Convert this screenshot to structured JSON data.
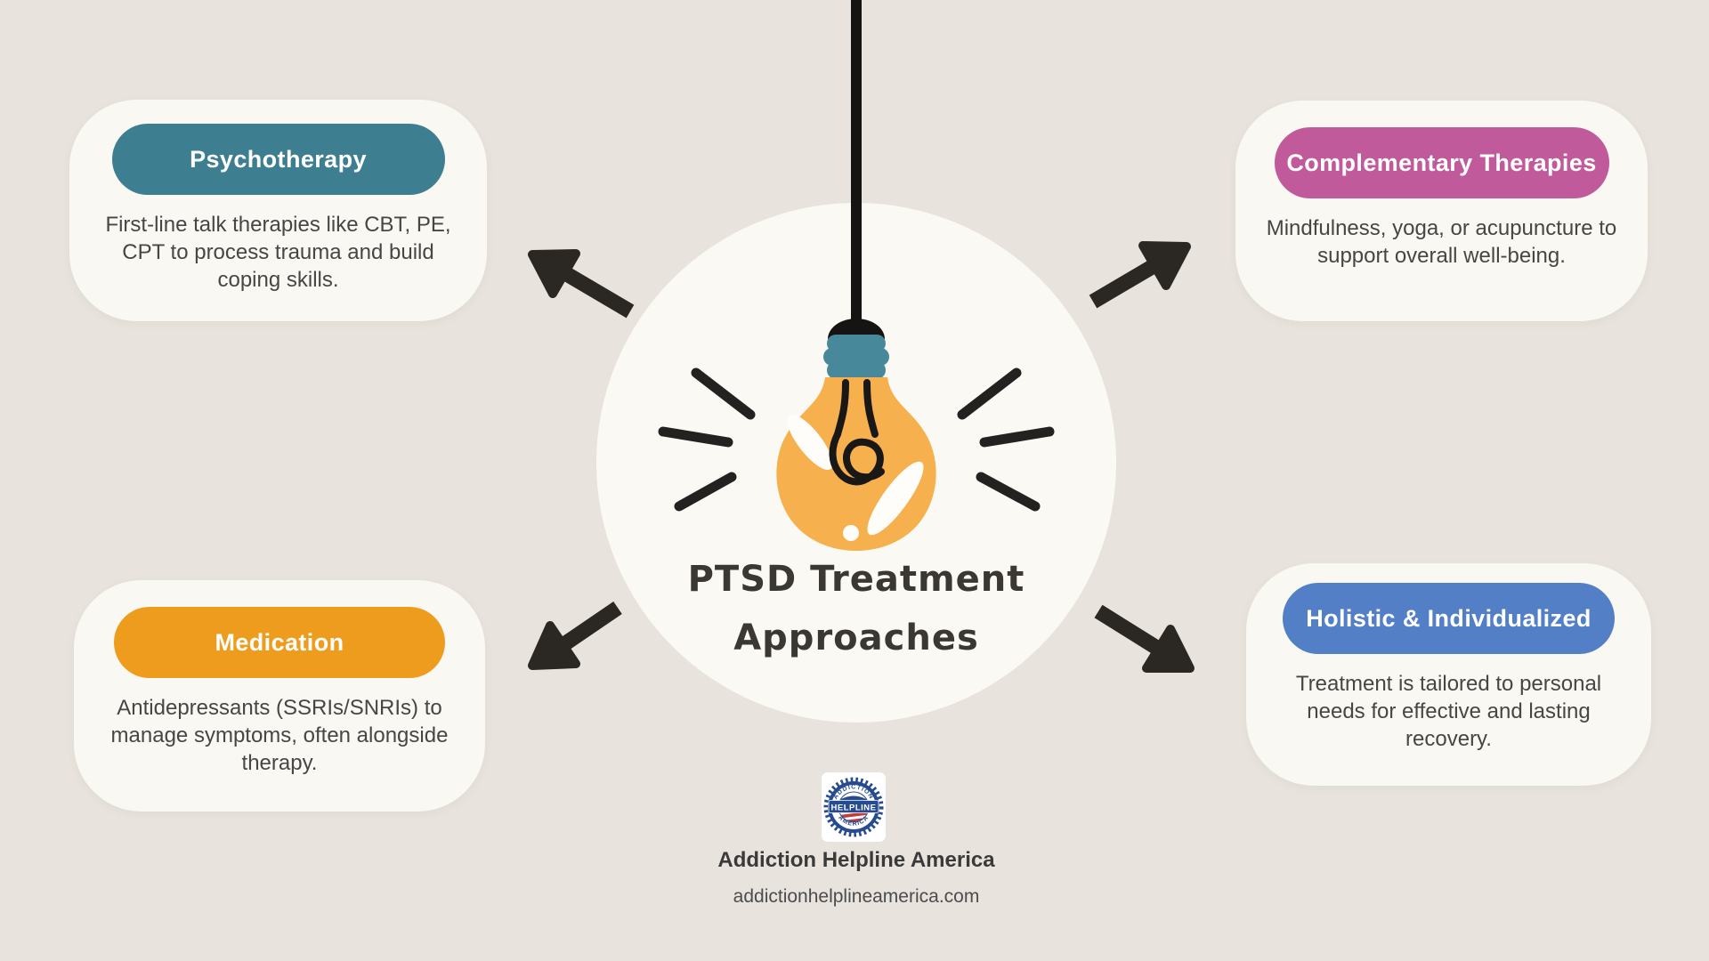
{
  "page": {
    "background_color": "#e8e4dd",
    "ink_color": "#2b2824",
    "card_color": "#faf8f3",
    "circle_color": "#fbf9f4",
    "bulb_color": "#f6b04e",
    "socket_color": "#47899b"
  },
  "center": {
    "title_lines": [
      "PTSD Treatment",
      "Approaches"
    ]
  },
  "cards": [
    {
      "id": "psychotherapy",
      "label": "Psychotherapy",
      "pill_color": "#3e7e91",
      "lines": [
        "First-line talk therapies like CBT, PE,",
        "CPT to process trauma and build",
        "coping skills."
      ]
    },
    {
      "id": "complementary-therapies",
      "label": "Complementary Therapies",
      "pill_color": "#c05a9b",
      "lines": [
        "Mindfulness, yoga, or acupuncture to",
        "support overall well-being.",
        ""
      ]
    },
    {
      "id": "medication",
      "label": "Medication",
      "pill_color": "#ee9c1d",
      "lines": [
        "Antidepressants (SSRIs/SNRIs) to",
        "manage symptoms, often alongside",
        "therapy."
      ]
    },
    {
      "id": "holistic-individualized",
      "label": "Holistic & Individualized",
      "pill_color": "#527fc5",
      "lines": [
        "Treatment is tailored to personal",
        "needs for effective and lasting",
        "recovery."
      ]
    }
  ],
  "footer": {
    "brand": "Addiction Helpline America",
    "website": "addictionhelplineamerica.com",
    "badge": {
      "arc_top": "ADDICTION",
      "band": "HELPLINE",
      "arc_bottom": "AMERICA"
    }
  }
}
